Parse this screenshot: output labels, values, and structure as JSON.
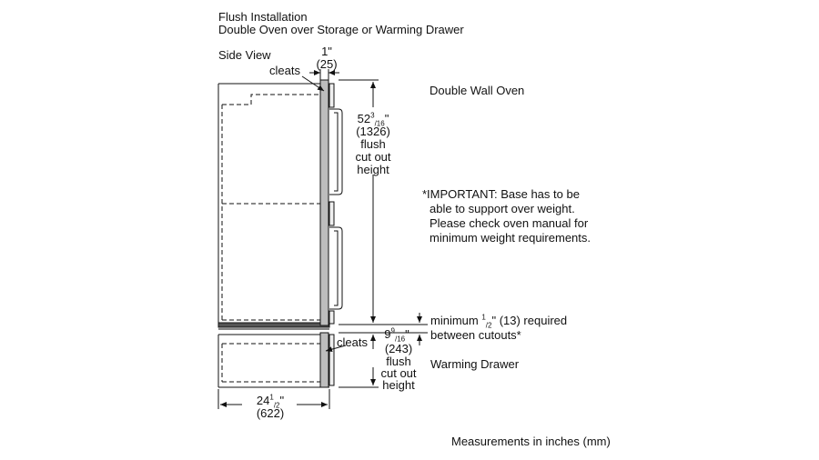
{
  "header": {
    "title": "Flush Installation",
    "subtitle": "Double Oven over Storage or Warming Drawer"
  },
  "view_label": "Side View",
  "labels": {
    "cleats_top": "cleats",
    "cleats_bottom": "cleats",
    "double_wall_oven": "Double Wall Oven",
    "warming_drawer": "Warming Drawer",
    "measurements_note": "Measurements in inches (mm)"
  },
  "dims": {
    "thickness_in": "1\"",
    "thickness_mm": "(25)",
    "oven_height_whole": "52",
    "oven_height_num": "3",
    "oven_height_den": "/16",
    "oven_height_mm": "(1326)",
    "oven_height_l1": "flush",
    "oven_height_l2": "cut out",
    "oven_height_l3": "height",
    "drawer_height_whole": "9",
    "drawer_height_num": "9",
    "drawer_height_den": "/16",
    "drawer_height_mm": "(243)",
    "drawer_height_l1": "flush",
    "drawer_height_l2": "cut out",
    "drawer_height_l3": "height",
    "depth_whole": "24",
    "depth_num": "1",
    "depth_den": "/2",
    "depth_mm": "(622)",
    "min_gap_pre": "minimum ",
    "min_gap_num": "1",
    "min_gap_den": "/2",
    "min_gap_post": "\" (13) required",
    "min_gap_line2": "between cutouts*"
  },
  "important_note": {
    "line1": "*IMPORTANT: Base has to be",
    "line2": "able to support over weight.",
    "line3": "Please check oven manual for",
    "line4": "minimum weight requirements."
  }
}
